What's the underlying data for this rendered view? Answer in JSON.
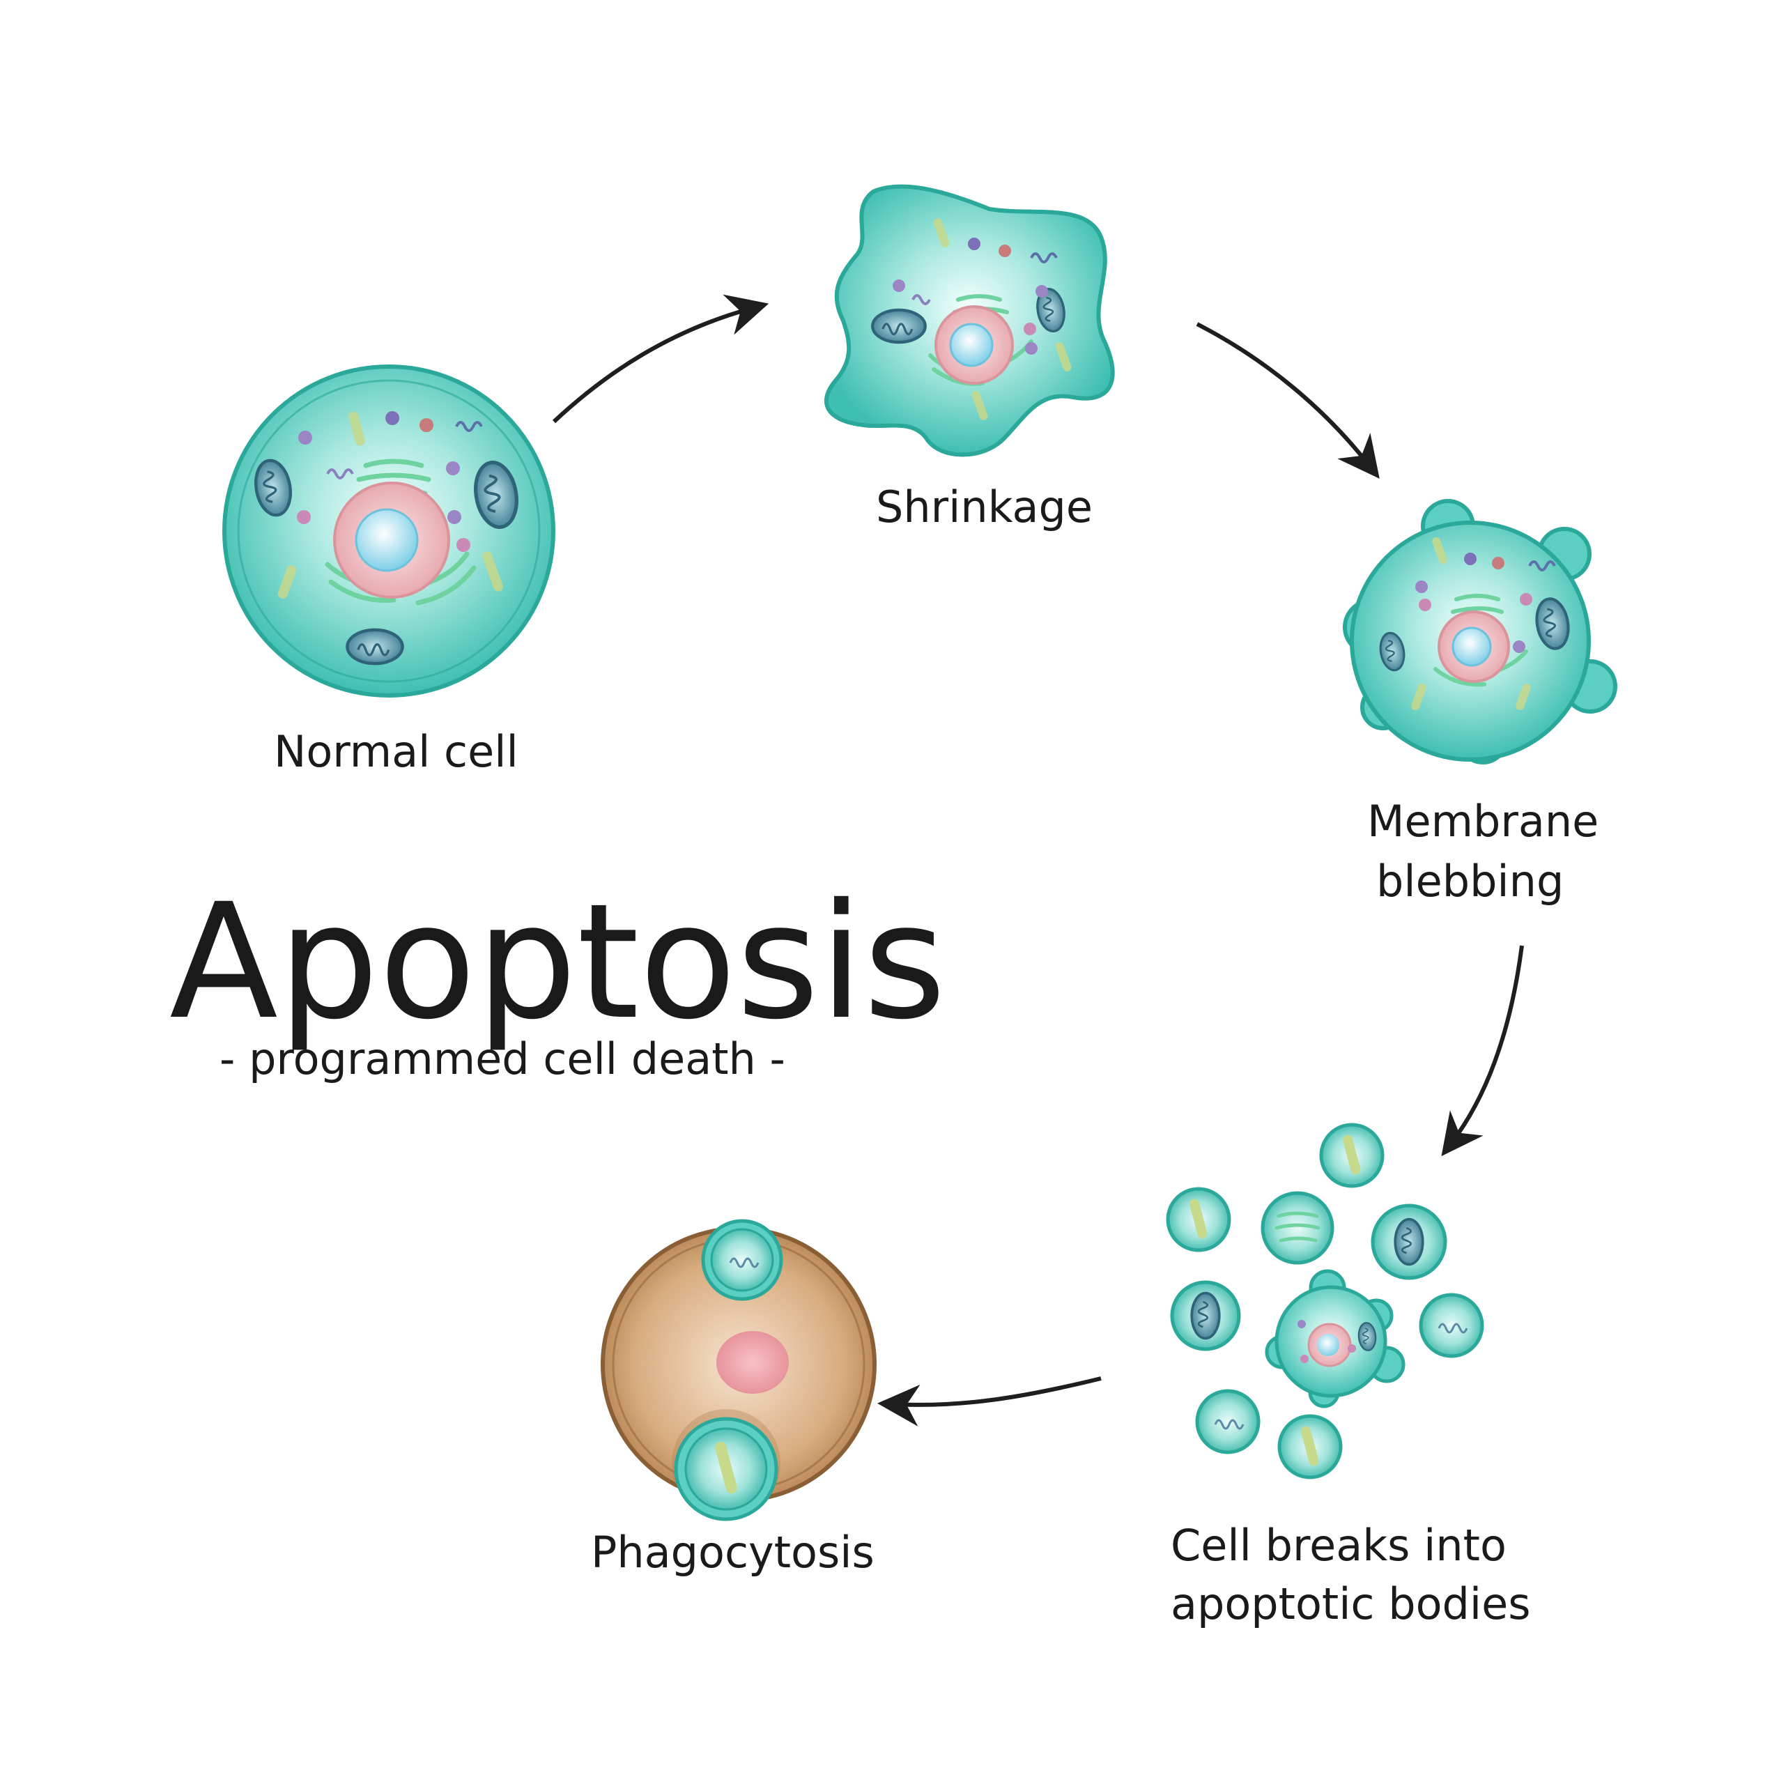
{
  "title": "Apoptosis",
  "subtitle": "- programmed cell death -",
  "stages": [
    {
      "id": "normal",
      "label": "Normal cell"
    },
    {
      "id": "shrinkage",
      "label": "Shrinkage"
    },
    {
      "id": "blebbing",
      "label_line1": "Membrane",
      "label_line2": "blebbing"
    },
    {
      "id": "bodies",
      "label_line1": "Cell breaks into",
      "label_line2": "apoptotic bodies"
    },
    {
      "id": "phagocytosis",
      "label": "Phagocytosis"
    }
  ],
  "colors": {
    "cell_fill": "#5ccfc3",
    "cell_light": "#c8f2ec",
    "cell_edge": "#2aa89a",
    "nucleus": "#efb3b8",
    "nucleolus": "#aee3f3",
    "mito": "#5b8aa6",
    "golgi": "#7fd9a8",
    "phagocyte": "#c99663",
    "phagocyte_edge": "#8a5f36",
    "phago_nucleus": "#f0a0a8",
    "arrow": "#1e1e1e"
  }
}
